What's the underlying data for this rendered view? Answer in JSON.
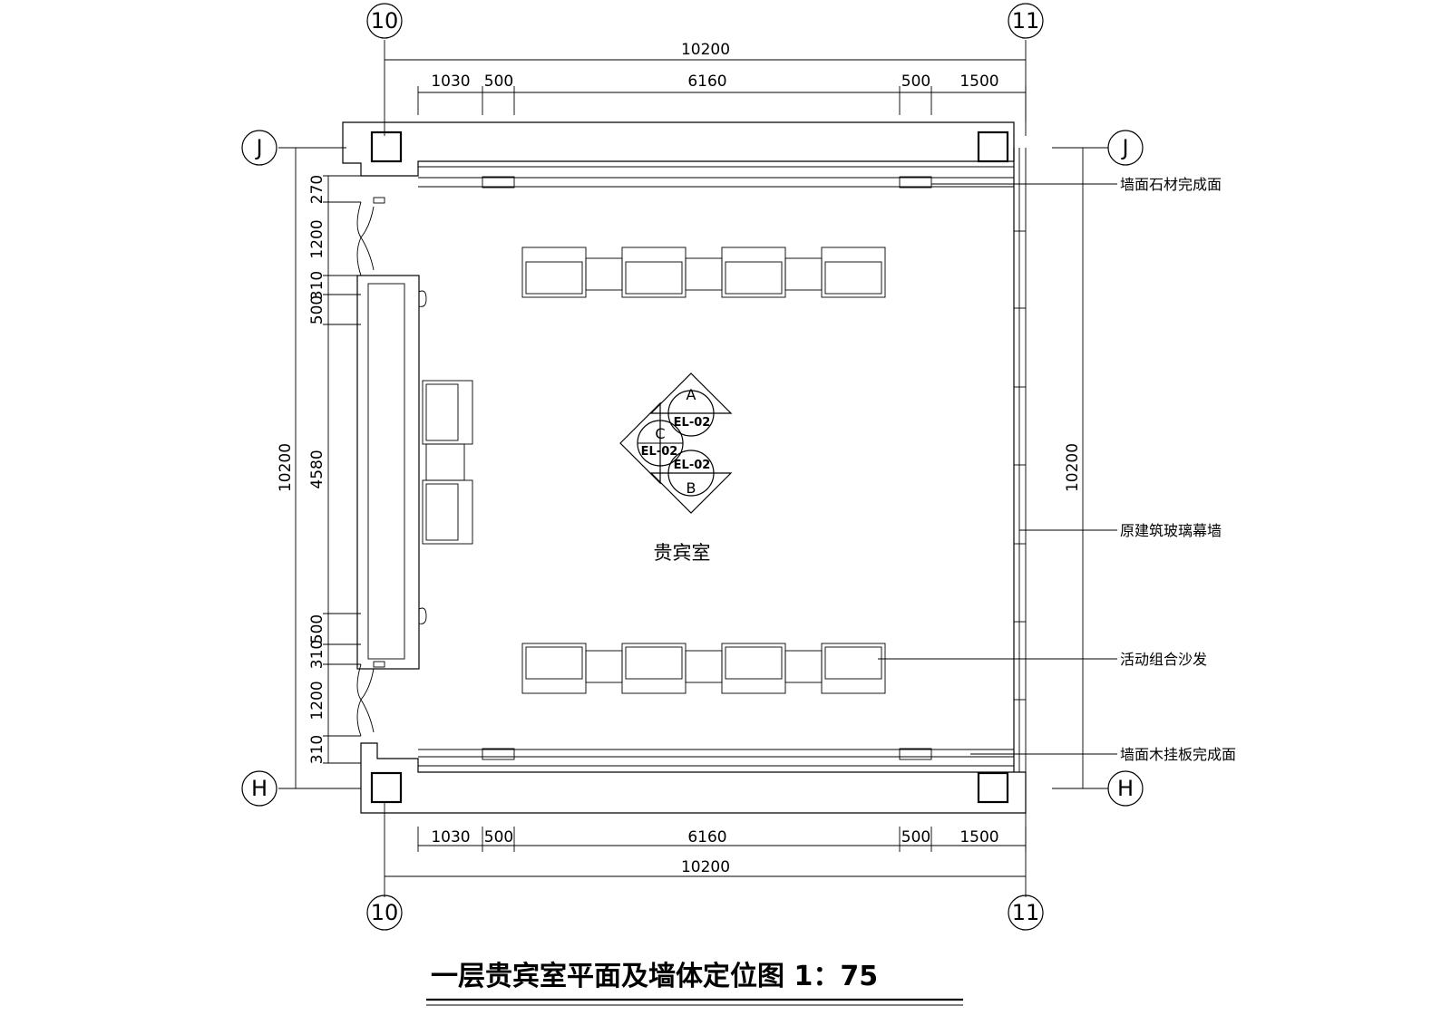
{
  "axes": {
    "grid_10": "10",
    "grid_11": "11",
    "grid_J": "J",
    "grid_H": "H"
  },
  "dimensions": {
    "top_total": "10200",
    "top_segments": [
      "1030",
      "500",
      "6160",
      "500",
      "1500"
    ],
    "bottom_total": "10200",
    "bottom_segments": [
      "1030",
      "500",
      "6160",
      "500",
      "1500"
    ],
    "left_total": "10200",
    "left_segments": [
      "270",
      "1200",
      "310",
      "500",
      "4580",
      "500",
      "310",
      "1200",
      "310"
    ],
    "right_total": "10200"
  },
  "annotations": {
    "stone_wall": "墙面石材完成面",
    "glass_curtain_wall": "原建筑玻璃幕墙",
    "sofa": "活动组合沙发",
    "wood_panel_wall": "墙面木挂板完成面"
  },
  "room_name": "贵宾室",
  "elevation_symbol": {
    "a_letter": "A",
    "a_ref": "EL-02",
    "b_letter": "B",
    "b_ref": "EL-02",
    "c_letter": "C",
    "c_ref": "EL-02"
  },
  "title": "一层贵宾室平面及墙体定位图 1：75"
}
